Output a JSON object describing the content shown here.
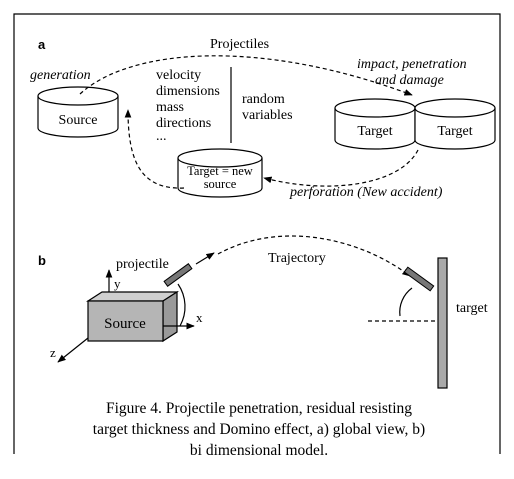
{
  "panel_a": {
    "label": "a",
    "projectiles": "Projectiles",
    "generation": "generation",
    "source": "Source",
    "properties": [
      "velocity",
      "dimensions",
      "mass",
      "directions",
      "..."
    ],
    "random_variables": [
      "random",
      "variables"
    ],
    "impact": [
      "impact, penetration",
      "and damage"
    ],
    "target_1": "Target",
    "target_2": "Target",
    "new_source": [
      "Target = new",
      "source"
    ],
    "perforation": "perforation (New accident)"
  },
  "panel_b": {
    "label": "b",
    "projectile": "projectile",
    "trajectory": "Trajectory",
    "source": "Source",
    "axis_x": "x",
    "axis_y": "y",
    "axis_z": "z",
    "target": "target"
  },
  "caption": [
    "Figure 4.    Projectile penetration, residual resisting",
    "target thickness and Domino effect, a) global view, b)",
    "bi dimensional model."
  ]
}
